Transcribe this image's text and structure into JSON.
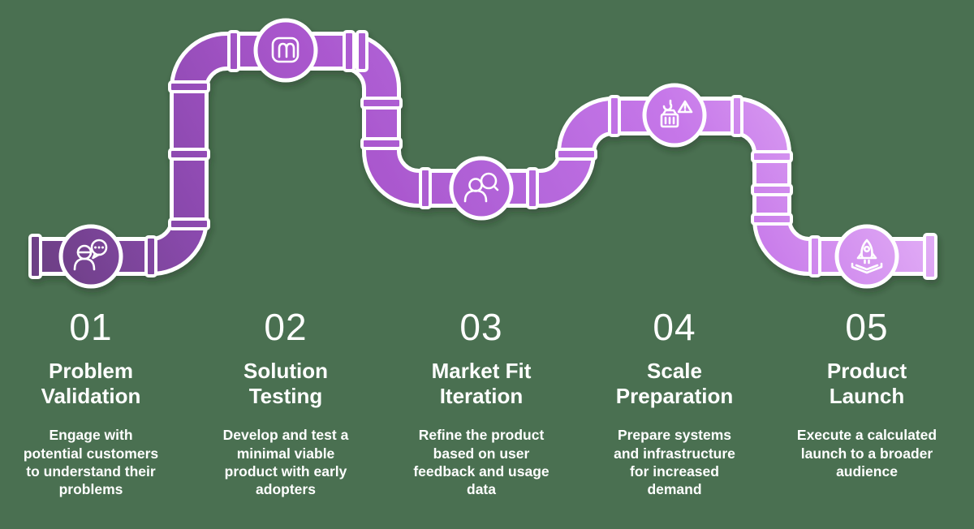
{
  "title": "Product launch pipeline infographic",
  "colors": {
    "background": "#4a7051",
    "text": "#ffffff",
    "pipe_outline": "#ffffff",
    "pipe_gradient": [
      "#5e3574",
      "#6e4087",
      "#8a49ad",
      "#a855cb",
      "#b264d9",
      "#c677e9",
      "#e0aaf5",
      "#efbffb"
    ]
  },
  "stages": [
    {
      "number": "01",
      "title": "Problem\nValidation",
      "description": "Engage with\npotential customers\nto understand their\nproblems",
      "icon": "customer-conversation-icon"
    },
    {
      "number": "02",
      "title": "Solution\nTesting",
      "description": "Develop and test a\nminimal viable\nproduct with early\nadopters",
      "icon": "mvp-box-icon"
    },
    {
      "number": "03",
      "title": "Market Fit\nIteration",
      "description": "Refine the product\nbased on user\nfeedback and usage\ndata",
      "icon": "user-research-icon"
    },
    {
      "number": "04",
      "title": "Scale\nPreparation",
      "description": "Prepare systems\nand infrastructure\nfor increased\ndemand",
      "icon": "crane-warning-icon"
    },
    {
      "number": "05",
      "title": "Product\nLaunch",
      "description": "Execute a calculated\nlaunch to a broader\naudience",
      "icon": "rocket-launch-icon"
    }
  ]
}
